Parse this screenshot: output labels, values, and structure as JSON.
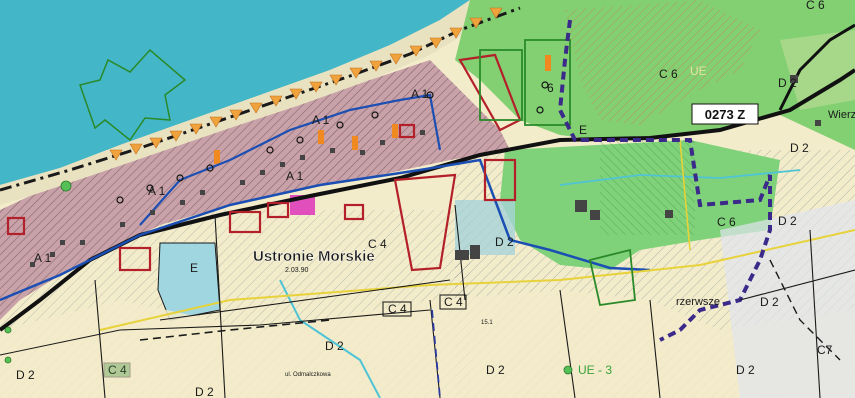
{
  "map": {
    "road_label": "0273 Z",
    "town_name": "Ustronie Morskie",
    "town_sub": "2.03.90",
    "place_wierzbie": "Wierz",
    "place_rzerwsze": "rzerwsze",
    "place_odmalczkowa": "ul. Odmalczkowa",
    "zones": [
      {
        "id": "c6_top",
        "text": "C 6"
      },
      {
        "id": "d2_tr",
        "text": "D 2"
      },
      {
        "id": "d2_r1",
        "text": "D 2"
      },
      {
        "id": "d2_r2",
        "text": "D 2"
      },
      {
        "id": "d2_r3",
        "text": "D 2"
      },
      {
        "id": "c6_mid",
        "text": "C 6"
      },
      {
        "id": "c6_lower",
        "text": "C 6"
      },
      {
        "id": "c6_small",
        "text": "6"
      },
      {
        "id": "e_forest",
        "text": "E"
      },
      {
        "id": "a1_a",
        "text": "A 1"
      },
      {
        "id": "a1_b",
        "text": "A 1"
      },
      {
        "id": "a1_c",
        "text": "A 1"
      },
      {
        "id": "a1_d",
        "text": "A 1"
      },
      {
        "id": "a1_e",
        "text": "A 1"
      },
      {
        "id": "c4_town",
        "text": "C 4"
      },
      {
        "id": "d2_center",
        "text": "D 2"
      },
      {
        "id": "e_left",
        "text": "E"
      },
      {
        "id": "c4_lower",
        "text": "C 4"
      },
      {
        "id": "c4_box",
        "text": "C 4"
      },
      {
        "id": "c4_bl",
        "text": "C 4"
      },
      {
        "id": "d2_bl",
        "text": "D 2"
      },
      {
        "id": "d2_bc",
        "text": "D 2"
      },
      {
        "id": "d2_b1",
        "text": "D 2"
      },
      {
        "id": "d2_b2",
        "text": "D 2"
      },
      {
        "id": "d2_b3",
        "text": "D 2"
      },
      {
        "id": "c7",
        "text": "C7"
      },
      {
        "id": "ue3",
        "text": "UE - 3"
      },
      {
        "id": "ue_top",
        "text": "UE"
      },
      {
        "id": "num_151",
        "text": "15.1"
      }
    ],
    "colors": {
      "sea": "#43b6c7",
      "forest": "#7fcf6e",
      "forest_dark": "#3a9a3a",
      "builtup": "#caa0a6",
      "farmland": "#f3eccb",
      "water_blue": "#1b4fb3",
      "boundary": "#1a1a1a",
      "coast_arrow": "#f0a23c",
      "road_red": "#b3202a",
      "yellow_road": "#e7d23a",
      "purple_dash": "#3b2a8a"
    }
  }
}
